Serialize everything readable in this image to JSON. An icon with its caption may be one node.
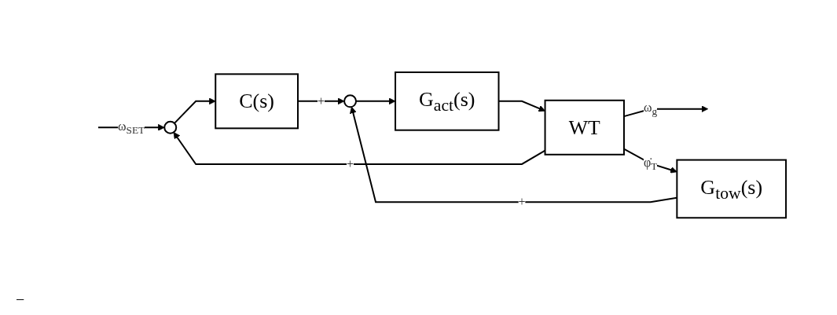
{
  "diagram": {
    "nodes": [
      {
        "text": [],
        "shape": "circle"
      },
      {
        "text": [
          "C(s)"
        ]
      },
      {
        "text": [],
        "shape": "circle"
      },
      {
        "text": [
          "G$_{act}$(s)"
        ]
      },
      {
        "text": [
          "WT"
        ]
      },
      {
        "text": [
          "G$_{tow}$(s)"
        ]
      }
    ],
    "edges": [
      {
        "from": null,
        "to": 0,
        "arrow": "to",
        "label": "ω$_{SET}$"
      },
      {
        "from": 0,
        "to": 1,
        "arrow": "to"
      },
      {
        "from": 1,
        "to": 2,
        "arrow": "to",
        "label": "+"
      },
      {
        "from": 2,
        "to": 3,
        "arrow": "to"
      },
      {
        "from": 3,
        "to": 4,
        "arrow": "to"
      },
      {
        "from": 4,
        "to": null,
        "arrow": "to",
        "label": "ω$_{g}$"
      },
      {
        "from": 4,
        "to": 0,
        "arrow": "to",
        "label": "+"
      },
      {
        "from": 4,
        "to": 5,
        "arrow": "to",
        "label": "φ̇$_{T}$"
      },
      {
        "from": 5,
        "to": 2,
        "arrow": "to",
        "label": "+"
      }
    ],
    "labels": [
      "−"
    ]
  }
}
